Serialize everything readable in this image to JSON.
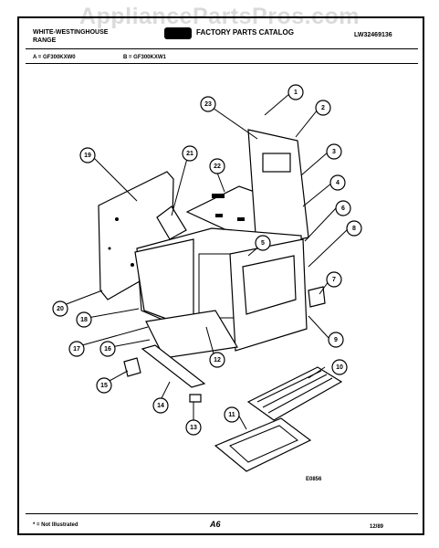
{
  "watermark": "AppliancePartsPros.com",
  "header": {
    "brand": "WHITE-WESTINGHOUSE",
    "product": "RANGE",
    "catalog_title": "FACTORY PARTS CATALOG",
    "doc_number": "LW32469136"
  },
  "models": {
    "a": "A = GF300KXW0",
    "b": "B = GF300KXW1"
  },
  "callouts": [
    "1",
    "2",
    "3",
    "4",
    "5",
    "6",
    "7",
    "8",
    "9",
    "10",
    "11",
    "12",
    "13",
    "14",
    "15",
    "16",
    "17",
    "18",
    "19",
    "20",
    "21",
    "22",
    "23"
  ],
  "figure_code": "E0856",
  "footer": {
    "note": "* = Not Illustrated",
    "page": "A6",
    "date": "12/89"
  }
}
